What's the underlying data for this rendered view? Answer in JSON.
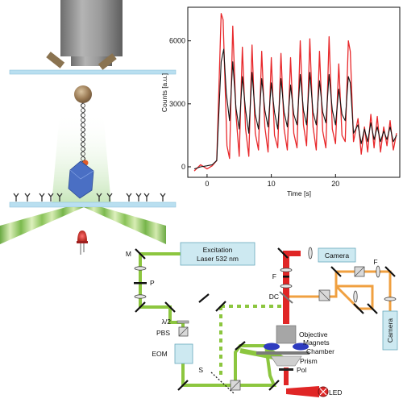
{
  "chart_data": {
    "type": "line",
    "xlabel": "Time [s]",
    "ylabel": "Counts [a.u.]",
    "xlim": [
      -3,
      30
    ],
    "ylim": [
      -500,
      7600
    ],
    "x_ticks": [
      "0",
      "10",
      "20"
    ],
    "y_ticks": [
      "0",
      "3000",
      "6000"
    ],
    "grid": false,
    "legend": "none",
    "series": [
      {
        "color": "#e8282b",
        "x": [
          -2.0,
          -1.0,
          0.0,
          0.8,
          1.5,
          2.2,
          2.5,
          2.8,
          3.1,
          3.5,
          4.0,
          4.5,
          5.0,
          5.5,
          6.0,
          6.5,
          7.0,
          7.5,
          8.0,
          8.5,
          9.0,
          9.5,
          10.0,
          10.5,
          11.0,
          11.5,
          12.0,
          12.5,
          13.0,
          13.5,
          14.0,
          14.5,
          15.0,
          15.5,
          16.0,
          16.5,
          17.0,
          17.5,
          18.0,
          18.5,
          19.0,
          19.5,
          20.0,
          20.5,
          21.0,
          21.5,
          22.0,
          22.3,
          22.8,
          23.5,
          24.0,
          24.5,
          25.0,
          25.5,
          26.0,
          26.5,
          27.0,
          27.5,
          28.0,
          28.5,
          29.0,
          29.5
        ],
        "y": [
          -200,
          100,
          -100,
          50,
          300,
          7300,
          7000,
          4000,
          1000,
          400,
          6700,
          2500,
          500,
          5700,
          1800,
          500,
          5800,
          1600,
          800,
          5500,
          1900,
          700,
          5200,
          1500,
          900,
          5400,
          1800,
          800,
          5200,
          1600,
          900,
          6000,
          2000,
          1000,
          6100,
          1900,
          800,
          5500,
          1700,
          900,
          6200,
          1800,
          1100,
          4900,
          1500,
          1200,
          6000,
          5500,
          1200,
          2300,
          600,
          1900,
          700,
          2500,
          900,
          2400,
          700,
          1900,
          1000,
          2200,
          800,
          1600
        ]
      },
      {
        "color": "#151515",
        "x": [
          -2.0,
          -1.0,
          0.0,
          0.8,
          1.5,
          2.2,
          2.6,
          3.0,
          3.5,
          4.0,
          4.5,
          5.0,
          5.5,
          6.0,
          6.5,
          7.0,
          7.5,
          8.0,
          8.5,
          9.0,
          9.5,
          10.0,
          10.5,
          11.0,
          11.5,
          12.0,
          12.5,
          13.0,
          13.5,
          14.0,
          14.5,
          15.0,
          15.5,
          16.0,
          16.5,
          17.0,
          17.5,
          18.0,
          18.5,
          19.0,
          19.5,
          20.0,
          20.5,
          21.0,
          21.5,
          22.0,
          22.3,
          22.8,
          23.5,
          24.0,
          24.5,
          25.0,
          25.5,
          26.0,
          26.5,
          27.0,
          27.5,
          28.0,
          28.5,
          29.0,
          29.5
        ],
        "y": [
          -100,
          0,
          50,
          100,
          300,
          5000,
          5600,
          3500,
          2200,
          5000,
          2800,
          1800,
          4300,
          2700,
          1600,
          4500,
          2500,
          1800,
          4200,
          2700,
          1900,
          4000,
          2600,
          1800,
          4200,
          2600,
          1900,
          3900,
          2500,
          2000,
          4400,
          2700,
          2000,
          4500,
          2600,
          2000,
          4100,
          2600,
          2100,
          4400,
          2700,
          2000,
          3700,
          2500,
          2200,
          4300,
          4000,
          1600,
          2000,
          1100,
          1800,
          1200,
          2100,
          1300,
          1900,
          1200,
          1700,
          1300,
          1900,
          1200,
          1500
        ]
      }
    ]
  },
  "setup": {
    "excitation_line1": "Excitation",
    "excitation_line2": "Laser 532 nm",
    "camera_top": "Camera",
    "camera_right": "Camera",
    "label_M": "M",
    "label_P": "P",
    "label_halfwave": "λ/2",
    "label_PBS": "PBS",
    "label_EOM": "EOM",
    "label_S": "S",
    "label_F_left": "F",
    "label_F_right": "F",
    "label_DC": "DC",
    "label_objective": "Objective",
    "label_magnets": "Magnets",
    "label_chamber": "Chamber",
    "label_prism": "Prism",
    "label_pol": "Pol",
    "label_LED": "LED"
  },
  "colors": {
    "green_beam": "#8cc63f",
    "red_beam": "#e8282b",
    "orange_beam": "#f0a040",
    "cyan_box": "#cde9f1",
    "glass": "#b9dff0",
    "bead": "#9b7b55",
    "protein": "#4a6fc4"
  }
}
